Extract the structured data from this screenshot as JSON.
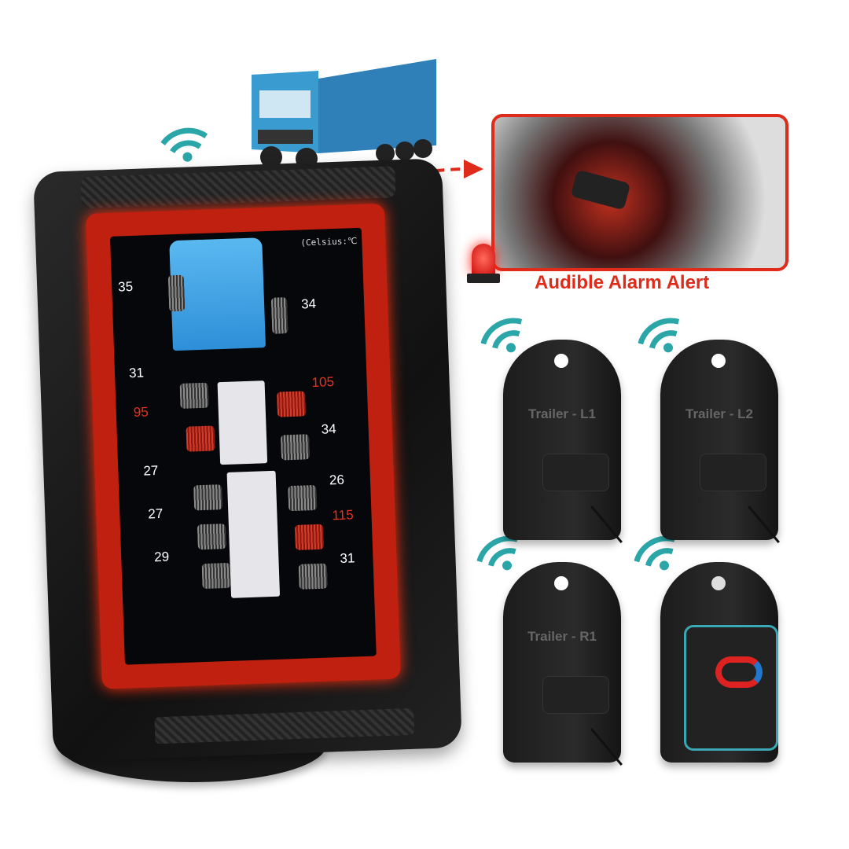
{
  "display": {
    "unit_label": "(Celsius:℃",
    "left_readings": [
      {
        "value": "35",
        "alert": false
      },
      {
        "value": "31",
        "alert": false
      },
      {
        "value": "95",
        "alert": true
      },
      {
        "value": "27",
        "alert": false
      },
      {
        "value": "27",
        "alert": false
      },
      {
        "value": "29",
        "alert": false
      }
    ],
    "right_readings": [
      {
        "value": "34",
        "alert": false
      },
      {
        "value": "105",
        "alert": true
      },
      {
        "value": "34",
        "alert": false
      },
      {
        "value": "26",
        "alert": false
      },
      {
        "value": "115",
        "alert": true
      },
      {
        "value": "31",
        "alert": false
      }
    ]
  },
  "alarm": {
    "title": "Audible Alarm Alert"
  },
  "sensors": [
    {
      "label": "Trailer - L1"
    },
    {
      "label": "Trailer - L2"
    },
    {
      "label": "Trailer - R1"
    }
  ],
  "colors": {
    "accent_red": "#e02a1a",
    "wifi_teal": "#2aa6a8",
    "screen_glow": "#ff3010",
    "truck_blue": "#3aa0e0"
  }
}
